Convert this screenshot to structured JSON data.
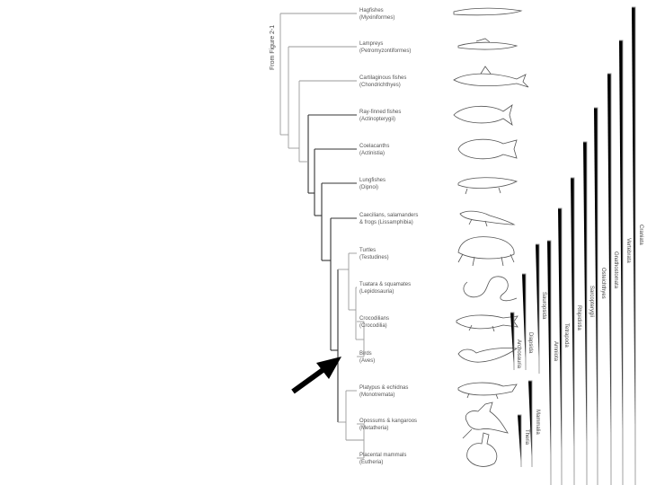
{
  "figure_reference": "From Figure 2-1",
  "taxa": [
    {
      "common": "Hagfishes",
      "scientific": "(Myxiniformes)",
      "icon": "hagfish-silhouette"
    },
    {
      "common": "Lampreys",
      "scientific": "(Petromyzontiformes)",
      "icon": "lamprey-silhouette"
    },
    {
      "common": "Cartilaginous fishes",
      "scientific": "(Chondrichthyes)",
      "icon": "shark-silhouette"
    },
    {
      "common": "Ray-finned fishes",
      "scientific": "(Actinopterygii)",
      "icon": "ray-finned-fish-silhouette"
    },
    {
      "common": "Coelacanths",
      "scientific": "(Actinistia)",
      "icon": "coelacanth-silhouette"
    },
    {
      "common": "Lungfishes",
      "scientific": "(Dipnoi)",
      "icon": "lungfish-silhouette"
    },
    {
      "common": "Caecilians, salamanders",
      "scientific": "& frogs (Lissamphibia)",
      "icon": "salamander-silhouette"
    },
    {
      "common": "Turtles",
      "scientific": "(Testudines)",
      "icon": "tortoise-silhouette"
    },
    {
      "common": "Tuatara & squamates",
      "scientific": "(Lepidosauria)",
      "icon": "snake-silhouette"
    },
    {
      "common": "Crocodilians",
      "scientific": "(Crocodilia)",
      "icon": "crocodile-silhouette"
    },
    {
      "common": "Birds",
      "scientific": "(Aves)",
      "icon": "bird-silhouette"
    },
    {
      "common": "Platypus & echidnas",
      "scientific": "(Monotremata)",
      "icon": "platypus-silhouette"
    },
    {
      "common": "Opossums & kangaroos",
      "scientific": "(Metatheria)",
      "icon": "kangaroo-silhouette"
    },
    {
      "common": "Placental mammals",
      "scientific": "(Eutheria)",
      "icon": "rabbit-silhouette"
    }
  ],
  "clades": [
    {
      "name": "Craniata"
    },
    {
      "name": "Vertebrata"
    },
    {
      "name": "Gnathostomata"
    },
    {
      "name": "Osteichthyes"
    },
    {
      "name": "Sarcopterygii"
    },
    {
      "name": "Rhipidistia"
    },
    {
      "name": "Tetrapoda"
    },
    {
      "name": "Amniota"
    },
    {
      "name": "Sauropsida"
    },
    {
      "name": "Diapsida"
    },
    {
      "name": "Archosauria"
    },
    {
      "name": "Mammalia"
    },
    {
      "name": "Theria"
    }
  ],
  "pointer": {
    "icon": "arrow-pointer-icon"
  },
  "colors": {
    "branch": "#9a9a9a",
    "branch_dark": "#333333",
    "text": "#555555",
    "arrow": "#000000"
  }
}
